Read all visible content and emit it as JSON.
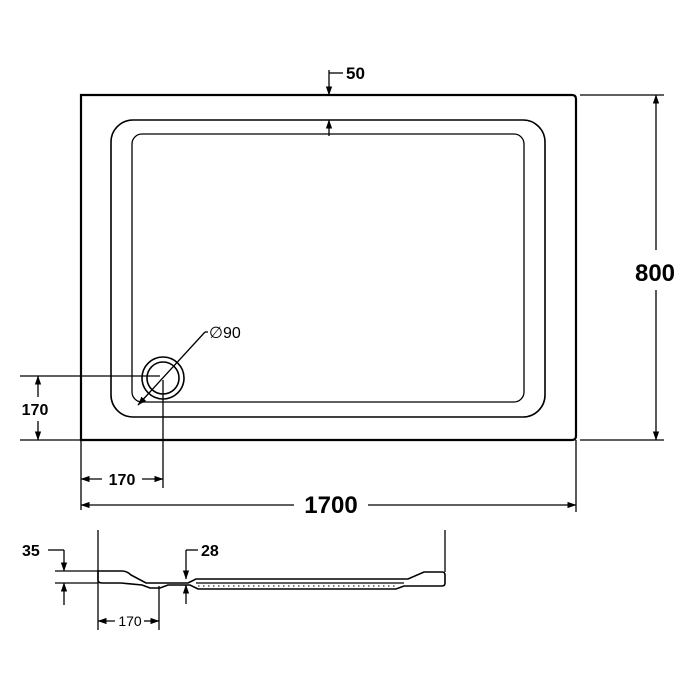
{
  "drawing": {
    "dimensions": {
      "rim_width": "50",
      "height": "800",
      "length": "1700",
      "drain_diameter": "∅90",
      "drain_offset_y": "170",
      "drain_offset_x": "170",
      "profile_height": "35",
      "profile_depth": "28",
      "profile_drain_offset": "170"
    }
  }
}
